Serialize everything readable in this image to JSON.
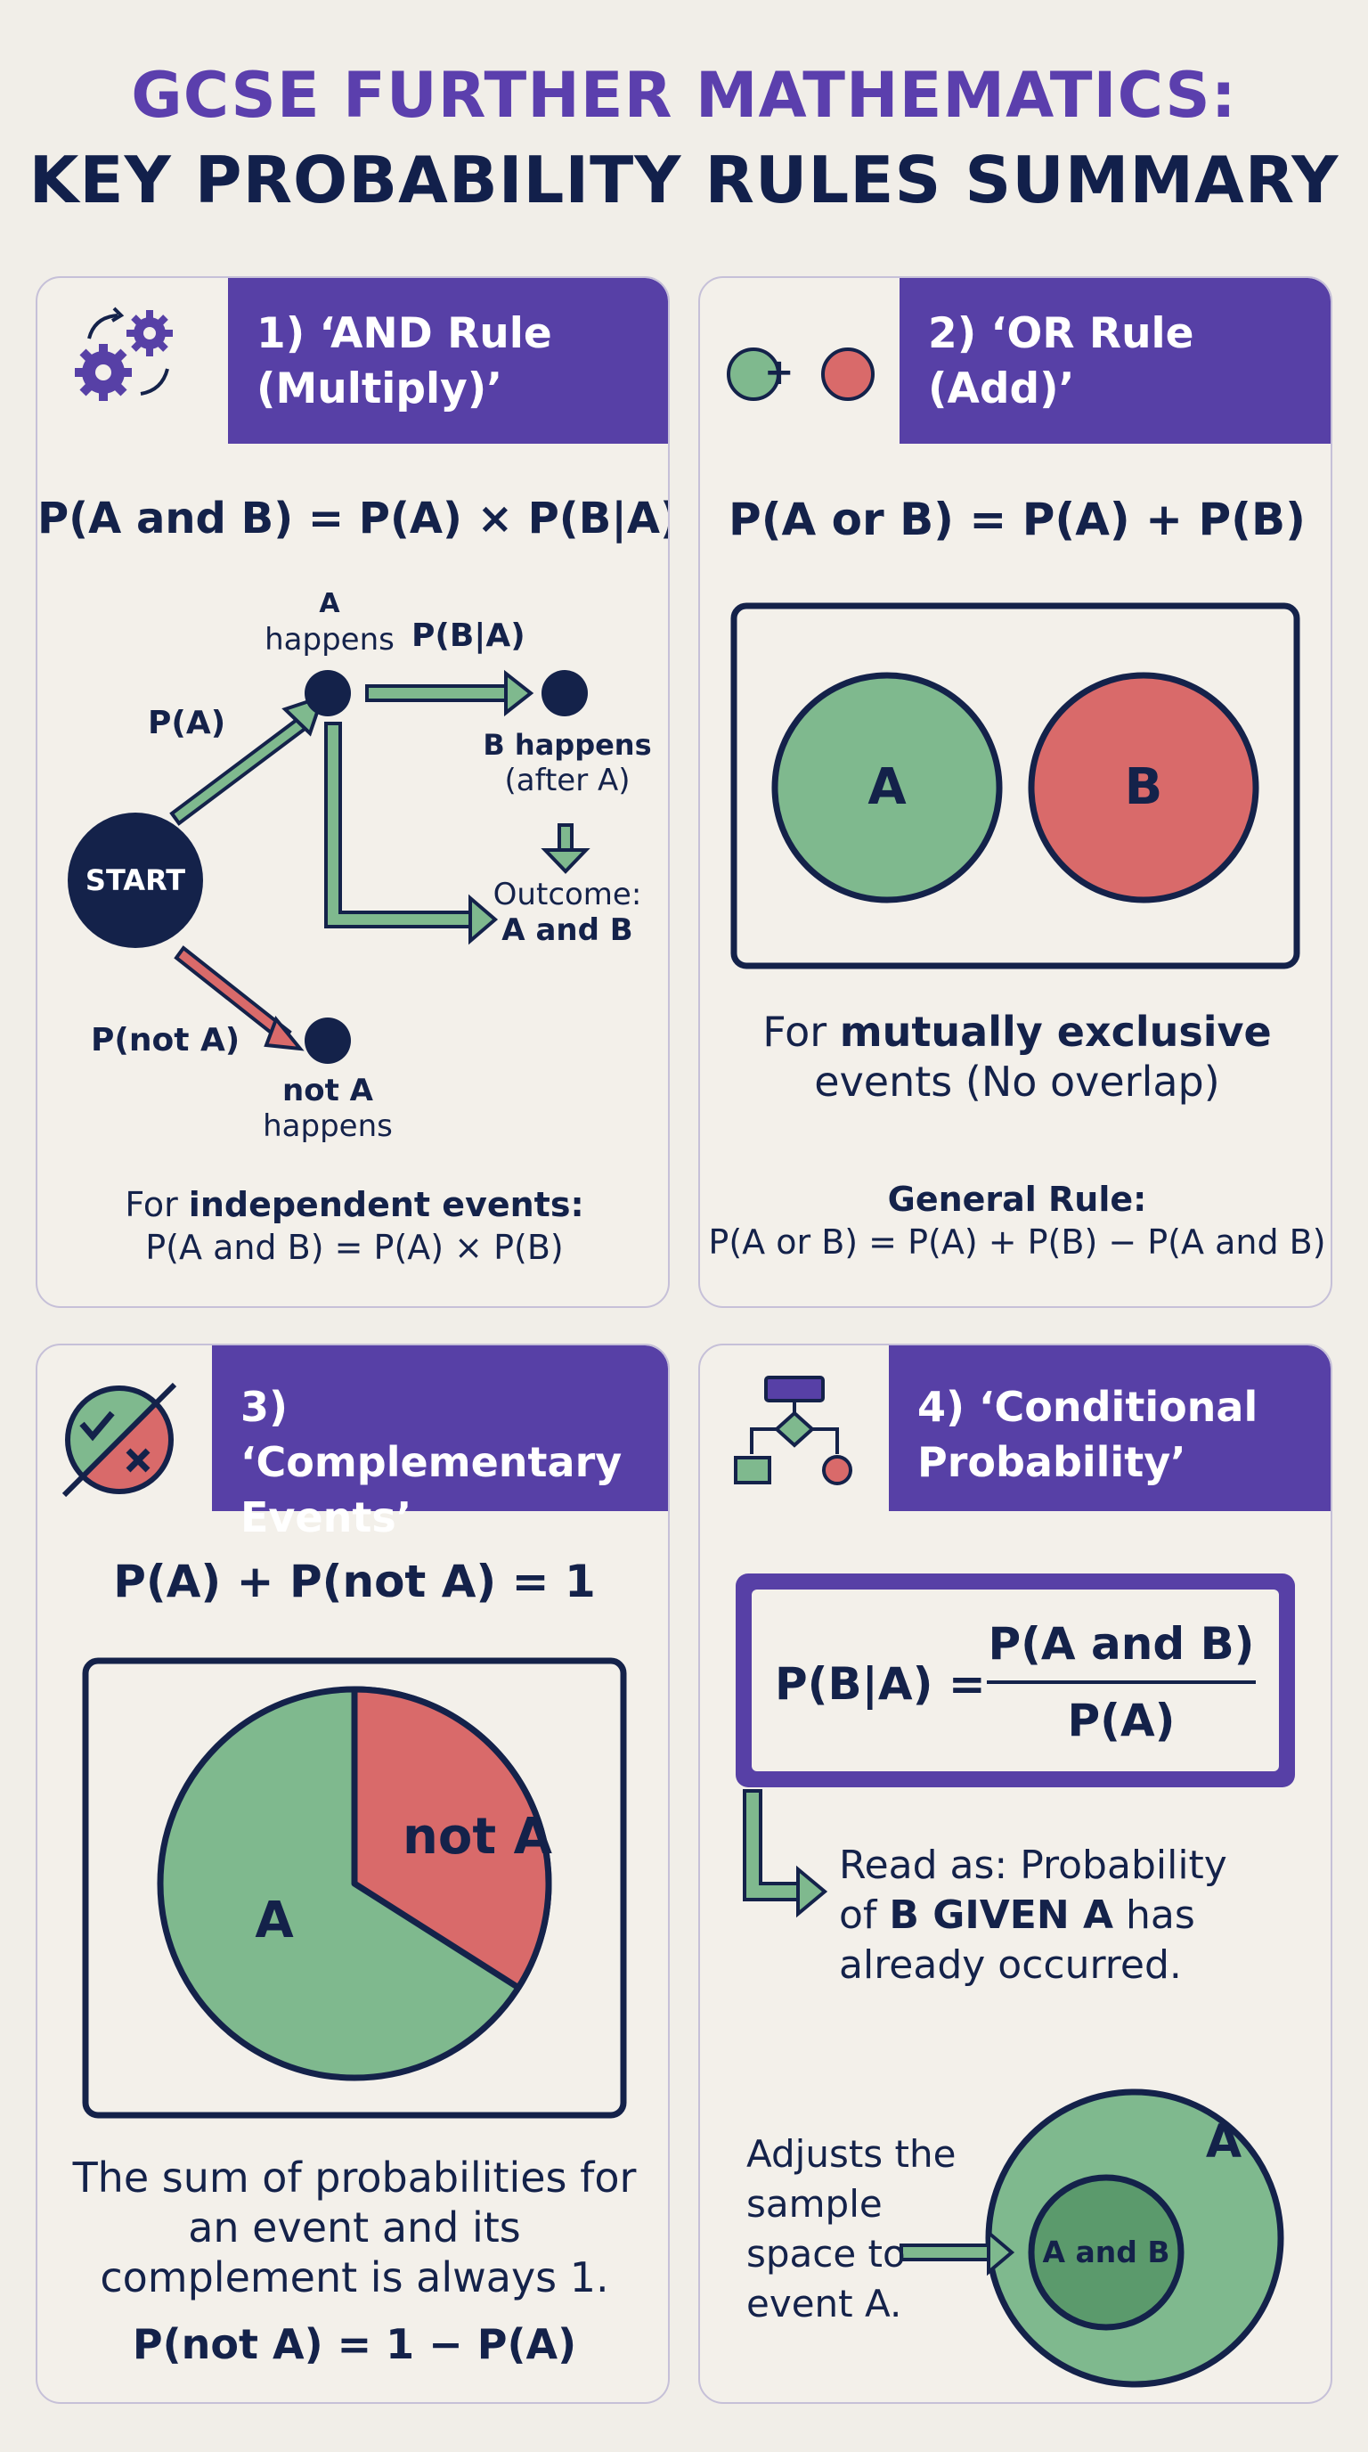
{
  "title": {
    "line1": "GCSE FURTHER MATHEMATICS:",
    "line2": "KEY PROBABILITY RULES SUMMARY"
  },
  "colors": {
    "purple": "#5740a6",
    "navy": "#14224a",
    "green": "#7fb98e",
    "red": "#d96a6a",
    "dark_green": "#5b9a6c",
    "background": "#f1eee8"
  },
  "panel1": {
    "icon": "gears-icon",
    "heading_line1": "1) ‘AND Rule",
    "heading_line2": "(Multiply)’",
    "formula": "P(A and B) = P(A) × P(B|A)",
    "tree": {
      "start": "START",
      "p_a": "P(A)",
      "p_not_a": "P(not A)",
      "p_b_given_a": "P(B|A)",
      "a_line1": "A",
      "a_line2": "happens",
      "b_line1": "B happens",
      "b_line2": "(after A)",
      "outcome_line1": "Outcome:",
      "outcome_line2": "A and B",
      "not_a_line1": "not A",
      "not_a_line2": "happens"
    },
    "note_prefix": "For ",
    "note_bold": "independent events:",
    "note_formula": "P(A and B) = P(A) × P(B)"
  },
  "panel2": {
    "icon": "circle-plus-circle-icon",
    "icon_plus": "+",
    "heading_line1": "2) ‘OR Rule",
    "heading_line2": "(Add)’",
    "formula": "P(A or B) = P(A) + P(B)",
    "circle_a": "A",
    "circle_b": "B",
    "note_prefix": "For ",
    "note_bold": "mutually exclusive",
    "note_line2": "events (No overlap)",
    "general_label": "General Rule:",
    "general_formula": "P(A or B) = P(A) + P(B) − P(A and B)"
  },
  "panel3": {
    "icon": "check-cross-circle-icon",
    "heading_line1": "3) ‘Complementary",
    "heading_line2": "Events’",
    "formula": "P(A) + P(not A) = 1",
    "pie_a": "A",
    "pie_not_a": "not A",
    "pie_not_a_fraction": 0.34,
    "text_line1": "The sum of probabilities for",
    "text_line2": "an event and its",
    "text_line3": "complement is always 1.",
    "formula2": "P(not A) = 1 − P(A)"
  },
  "panel4": {
    "icon": "flowchart-icon",
    "heading_line1": "4) ‘Conditional",
    "heading_line2": "Probability’",
    "formula_lhs": "P(B|A) =",
    "formula_num": "P(A and B)",
    "formula_den": "P(A)",
    "read_line1": "Read as: Probability",
    "read_line2_prefix": "of ",
    "read_line2_bold": "B GIVEN A",
    "read_line2_suffix": " has",
    "read_line3": "already occurred.",
    "adjust_line1": "Adjusts the",
    "adjust_line2": "sample",
    "adjust_line3": "space to",
    "adjust_line4": "event A.",
    "circle_a": "A",
    "circle_ab": "A and B"
  }
}
